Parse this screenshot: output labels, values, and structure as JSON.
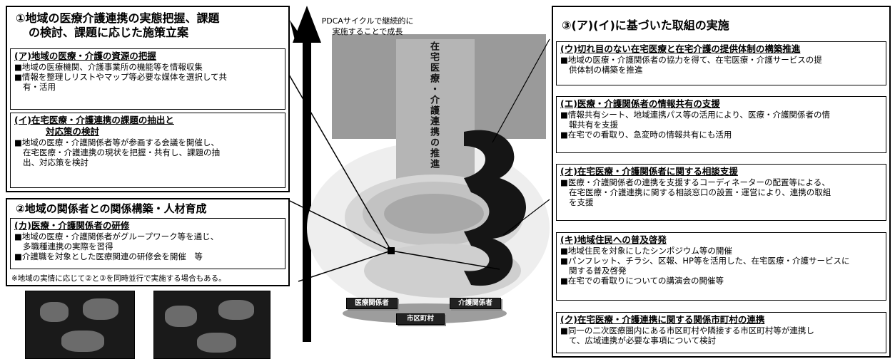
{
  "left": {
    "s1_title": [
      "①地域の医療介護連携の実態把握、課題",
      "の検討、課題に応じた施策立案"
    ],
    "a": {
      "title": "(ア)地域の医療・介護の資源の把握",
      "lines": [
        "■地域の医療機関、介護事業所の機能等を情報収集",
        "■情報を整理しリストやマップ等必要な媒体を選択して共",
        "有・活用"
      ]
    },
    "i": {
      "title1": "(イ)在宅医療・介護連携の課題の抽出と",
      "title2": "対応策の検討",
      "lines": [
        "■地域の医療・介護関係者等が参画する会議を開催し、",
        "在宅医療・介護連携の現状を把握・共有し、課題の抽",
        "出、対応策を検討"
      ]
    },
    "s2_title": "②地域の関係者との関係構築・人材育成",
    "ka": {
      "title": "(カ)医療・介護関係者の研修",
      "lines": [
        "■地域の医療・介護関係者がグループワーク等を通じ、",
        "多職種連携の実際を習得",
        "■介護職を対象とした医療関連の研修会を開催　等"
      ]
    },
    "note": "※地域の実情に応じて②と③を同時並行で実施する場合もある。"
  },
  "center": {
    "pdca": [
      "PDCAサイクルで継続的に",
      "実施することで成長"
    ],
    "arrow_text": "在宅医療・介護連携の推進",
    "tag_medical": "医療関係者",
    "tag_care": "介護関係者",
    "tag_city": "市区町村"
  },
  "right": {
    "s3_title": "③(ア)(イ)に基づいた取組の実施",
    "u": {
      "title": "(ウ)切れ目のない在宅医療と在宅介護の提供体制の構築推進",
      "lines": [
        "■地域の医療・介護関係者の協力を得て、在宅医療・介護サービスの提",
        "供体制の構築を推進"
      ]
    },
    "e": {
      "title": "(エ)医療・介護関係者の情報共有の支援",
      "lines": [
        "■情報共有シート、地域連携パス等の活用により、医療・介護関係者の情",
        "報共有を支援",
        "■在宅での看取り、急変時の情報共有にも活用"
      ]
    },
    "o": {
      "title": "(オ)在宅医療・介護関係者に関する相談支援",
      "lines": [
        "■医療・介護関係者の連携を支援するコーディネーターの配置等による、",
        "在宅医療・介護連携に関する相談窓口の設置・運営により、連携の取組",
        "を支援"
      ]
    },
    "ki": {
      "title": "(キ)地域住民への普及啓発",
      "lines": [
        "■地域住民を対象にしたシンポジウム等の開催",
        "■パンフレット、チラシ、区報、HP等を活用した、在宅医療・介護サービスに",
        "関する普及啓発",
        "■在宅での看取りについての講演会の開催等"
      ]
    },
    "ku": {
      "title": "(ク)在宅医療・介護連携に関する関係市町村の連携",
      "lines": [
        "■同一の二次医療圏内にある市区町村や隣接する市区町村等が連携し",
        "て、広域連携が必要な事項について検討"
      ]
    }
  }
}
